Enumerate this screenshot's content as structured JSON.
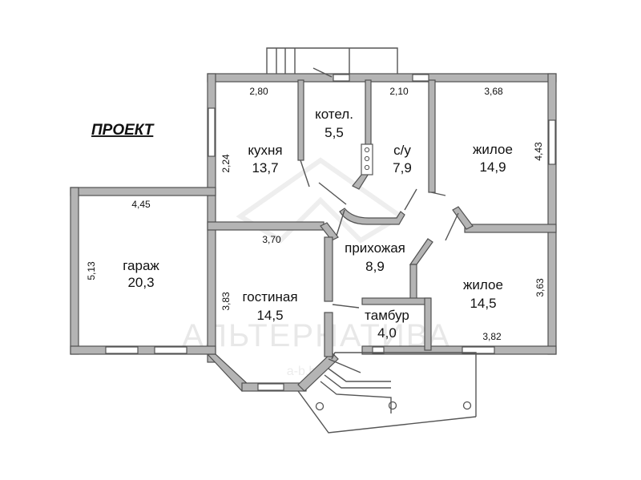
{
  "project_label": "ПРОЕКТ",
  "watermark": {
    "line1": "АЛЬТЕРНАТИВА",
    "line2": "a-b.by"
  },
  "rooms": {
    "kitchen": {
      "name": "кухня",
      "area": "13,7"
    },
    "boiler": {
      "name": "котел.",
      "area": "5,5"
    },
    "bathroom": {
      "name": "с/у",
      "area": "7,9"
    },
    "bedroom1": {
      "name": "жилое",
      "area": "14,9"
    },
    "garage": {
      "name": "гараж",
      "area": "20,3"
    },
    "hall": {
      "name": "прихожая",
      "area": "8,9"
    },
    "living": {
      "name": "гостиная",
      "area": "14,5"
    },
    "vestibule": {
      "name": "тамбур",
      "area": "4,0"
    },
    "bedroom2": {
      "name": "жилое",
      "area": "14,5"
    }
  },
  "dimensions": {
    "kitchen_width": "2,80",
    "kitchen_depth": "2,24",
    "bathroom_width": "2,10",
    "bedroom1_width": "3,68",
    "bedroom1_depth": "4,43",
    "garage_width": "4,45",
    "garage_depth": "5,13",
    "living_width": "3,70",
    "living_depth": "3,83",
    "bedroom2_depth": "3,63",
    "bedroom2_width": "3,82"
  }
}
